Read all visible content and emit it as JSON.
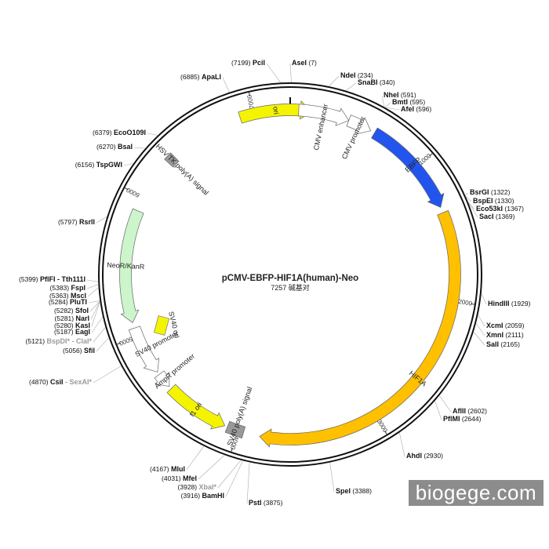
{
  "map": {
    "name": "pCMV-EBFP-HIF1A(human)-Neo",
    "size_label": "7257 碱基对",
    "total_bp": 7257
  },
  "watermark": "biogege.com",
  "ticks": [
    {
      "bp": 1000,
      "label": "1000"
    },
    {
      "bp": 2000,
      "label": "2000"
    },
    {
      "bp": 3000,
      "label": "3000"
    },
    {
      "bp": 4000,
      "label": "4000"
    },
    {
      "bp": 5000,
      "label": "5000"
    },
    {
      "bp": 6000,
      "label": "6000"
    },
    {
      "bp": 7000,
      "label": "7000"
    }
  ],
  "features": [
    {
      "name": "ori",
      "label": "ori",
      "start": 6900,
      "end": 150,
      "dir": "cw",
      "style": "arrow",
      "color": "#f4f400"
    },
    {
      "name": "cmv-enhancer",
      "label": "CMV enhancer",
      "start": 60,
      "end": 420,
      "dir": "cw",
      "style": "arrow",
      "color": "#ffffff"
    },
    {
      "name": "cmv-promoter",
      "label": "CMV promoter",
      "start": 420,
      "end": 590,
      "dir": "cw",
      "style": "arrow",
      "color": "#ffffff"
    },
    {
      "name": "ebfp",
      "label": "EBFP",
      "start": 620,
      "end": 1330,
      "dir": "cw",
      "style": "arrow",
      "color": "#2255ee"
    },
    {
      "name": "hif1a",
      "label": "HIF1A",
      "start": 1370,
      "end": 3845,
      "dir": "cw",
      "style": "arrow",
      "color": "#ffc000"
    },
    {
      "name": "sv40-polya-signal",
      "label": "SV40 poly(A) signal",
      "start": 3960,
      "end": 4080,
      "dir": "none",
      "style": "box",
      "color": "#999999"
    },
    {
      "name": "f1-ori",
      "label": "f1 ori",
      "start": 4100,
      "end": 4560,
      "dir": "ccw",
      "style": "arrow",
      "color": "#f4f400"
    },
    {
      "name": "ampr-promoter",
      "label": "AmpR promoter",
      "start": 4580,
      "end": 4690,
      "dir": "ccw",
      "style": "arrow",
      "color": "#ffffff"
    },
    {
      "name": "sv40-promoter",
      "label": "SV40 promoter",
      "start": 4710,
      "end": 5060,
      "dir": "ccw",
      "style": "arrow",
      "color": "#ffffff"
    },
    {
      "name": "neo-kanr",
      "label": "NeoR/KanR",
      "start": 5100,
      "end": 5900,
      "dir": "ccw",
      "style": "arrow",
      "color": "#ccf5cc"
    },
    {
      "name": "hsv-tk-polya",
      "label": "HSV TK poly(A) signal",
      "start": 6300,
      "end": 6360,
      "dir": "none",
      "style": "box",
      "color": "#999999"
    }
  ],
  "inner_sv40_ori": {
    "label": "SV40 ori"
  },
  "sites": [
    {
      "name": "PciI",
      "pos": "(7199)",
      "style": "bold",
      "bp": 7199,
      "side": "right-name"
    },
    {
      "name": "AseI",
      "pos": "(7)",
      "style": "bold",
      "bp": 7,
      "side": "left-name"
    },
    {
      "name": "NdeI",
      "pos": "(234)",
      "style": "bold",
      "bp": 234,
      "side": "left-name"
    },
    {
      "name": "SnaBI",
      "pos": "(340)",
      "style": "bold",
      "bp": 340,
      "side": "left-name"
    },
    {
      "name": "NheI",
      "pos": "(591)",
      "style": "bold",
      "bp": 591,
      "side": "left-name"
    },
    {
      "name": "BmtI",
      "pos": "(595)",
      "style": "bold",
      "bp": 595,
      "side": "left-name"
    },
    {
      "name": "AfeI",
      "pos": "(596)",
      "style": "bold",
      "bp": 596,
      "side": "left-name"
    },
    {
      "name": "BsrGI",
      "pos": "(1322)",
      "style": "bold",
      "bp": 1322,
      "side": "left-name"
    },
    {
      "name": "BspEI",
      "pos": "(1330)",
      "style": "bold",
      "bp": 1330,
      "side": "left-name"
    },
    {
      "name": "Eco53kI",
      "pos": "(1367)",
      "style": "bold",
      "bp": 1367,
      "side": "left-name"
    },
    {
      "name": "SacI",
      "pos": "(1369)",
      "style": "bold",
      "bp": 1369,
      "side": "left-name"
    },
    {
      "name": "HindIII",
      "pos": "(1929)",
      "style": "bold",
      "bp": 1929,
      "side": "left-name"
    },
    {
      "name": "XcmI",
      "pos": "(2059)",
      "style": "bold",
      "bp": 2059,
      "side": "left-name"
    },
    {
      "name": "XmnI",
      "pos": "(2111)",
      "style": "bold",
      "bp": 2111,
      "side": "left-name"
    },
    {
      "name": "SalI",
      "pos": "(2165)",
      "style": "bold",
      "bp": 2165,
      "side": "left-name"
    },
    {
      "name": "AflII",
      "pos": "(2602)",
      "style": "bold",
      "bp": 2602,
      "side": "left-name"
    },
    {
      "name": "PflMI",
      "pos": "(2644)",
      "style": "bold",
      "bp": 2644,
      "side": "left-name"
    },
    {
      "name": "AhdI",
      "pos": "(2930)",
      "style": "bold",
      "bp": 2930,
      "side": "left-name"
    },
    {
      "name": "SpeI",
      "pos": "(3388)",
      "style": "bold",
      "bp": 3388,
      "side": "left-name"
    },
    {
      "name": "PstI",
      "pos": "(3875)",
      "style": "bold",
      "bp": 3875,
      "side": "left-name"
    },
    {
      "name": "BamHI",
      "pos": "(3916)",
      "style": "bold",
      "bp": 3916,
      "side": "right-name"
    },
    {
      "name": "XbaI*",
      "pos": "(3928)",
      "style": "gray",
      "bp": 3928,
      "side": "right-name"
    },
    {
      "name": "MfeI",
      "pos": "(4031)",
      "style": "bold",
      "bp": 4031,
      "side": "right-name"
    },
    {
      "name": "MluI",
      "pos": "(4167)",
      "style": "bold",
      "bp": 4167,
      "side": "right-name"
    },
    {
      "name": "CsiI",
      "extra": "SexAI*",
      "pos": "(4870)",
      "style": "bold",
      "bp": 4870,
      "side": "right-name"
    },
    {
      "name": "SfiI",
      "pos": "(5056)",
      "style": "bold",
      "bp": 5056,
      "side": "right-name"
    },
    {
      "name": "BspDI*",
      "extra": "ClaI*",
      "pos": "(5121)",
      "style": "gray",
      "bp": 5121,
      "side": "right-name"
    },
    {
      "name": "EagI",
      "pos": "(5187)",
      "style": "bold",
      "bp": 5187,
      "side": "right-name"
    },
    {
      "name": "KasI",
      "pos": "(5280)",
      "style": "bold",
      "bp": 5280,
      "side": "right-name"
    },
    {
      "name": "NarI",
      "pos": "(5281)",
      "style": "bold",
      "bp": 5281,
      "side": "right-name"
    },
    {
      "name": "SfoI",
      "pos": "(5282)",
      "style": "bold",
      "bp": 5282,
      "side": "right-name"
    },
    {
      "name": "PluTI",
      "pos": "(5284)",
      "style": "bold",
      "bp": 5284,
      "side": "right-name"
    },
    {
      "name": "MscI",
      "pos": "(5363)",
      "style": "bold",
      "bp": 5363,
      "side": "right-name"
    },
    {
      "name": "FspI",
      "pos": "(5383)",
      "style": "bold",
      "bp": 5383,
      "side": "right-name"
    },
    {
      "name": "PflFI - Tth111I",
      "pos": "(5399)",
      "style": "bold",
      "bp": 5399,
      "side": "right-name"
    },
    {
      "name": "RsrII",
      "pos": "(5797)",
      "style": "bold",
      "bp": 5797,
      "side": "right-name"
    },
    {
      "name": "TspGWI",
      "pos": "(6156)",
      "style": "bold",
      "bp": 6156,
      "side": "right-name"
    },
    {
      "name": "BsaI",
      "pos": "(6270)",
      "style": "bold",
      "bp": 6270,
      "side": "right-name"
    },
    {
      "name": "EcoO109I",
      "pos": "(6379)",
      "style": "bold",
      "bp": 6379,
      "side": "right-name"
    },
    {
      "name": "ApaLI",
      "pos": "(6885)",
      "style": "bold",
      "bp": 6885,
      "side": "right-name"
    }
  ]
}
